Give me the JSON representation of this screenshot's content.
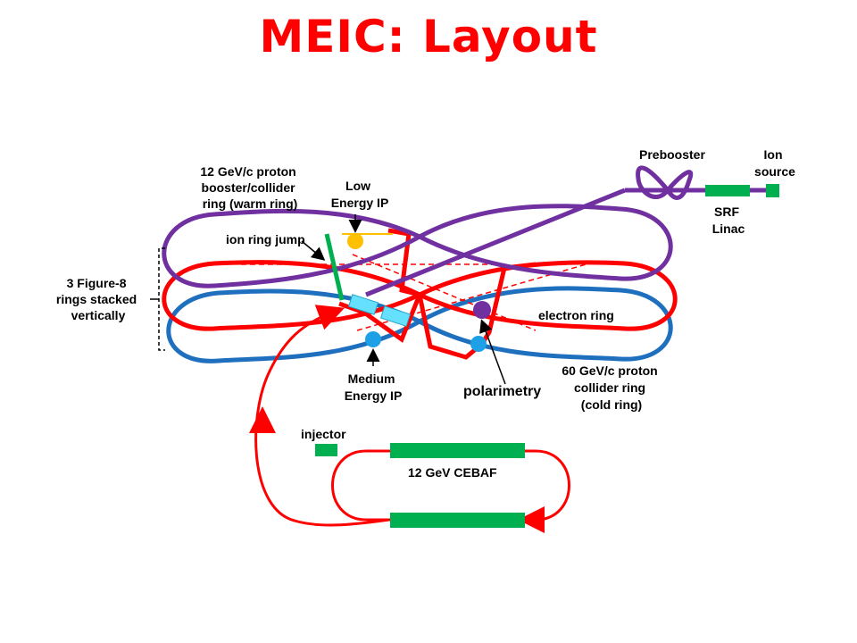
{
  "title": "MEIC: Layout",
  "labels": {
    "proton_booster": [
      "12 GeV/c proton",
      "booster/collider",
      "ring (warm ring)"
    ],
    "low_energy_ip": [
      "Low",
      "Energy IP"
    ],
    "ion_ring_jump": "ion ring jump",
    "figure8": [
      "3 Figure-8",
      "rings stacked",
      "vertically"
    ],
    "electron_ring": "electron ring",
    "medium_energy_ip": [
      "Medium",
      "Energy IP"
    ],
    "polarimetry": "polarimetry",
    "proton_collider": [
      "60 GeV/c proton",
      "collider ring",
      "(cold ring)"
    ],
    "prebooster": "Prebooster",
    "ion_source": [
      "Ion",
      "source"
    ],
    "srf_linac": [
      "SRF",
      "Linac"
    ],
    "injector": "injector",
    "cebaf": "12 GeV CEBAF"
  },
  "colors": {
    "title": "#ff0000",
    "warm_ring": "#7030a0",
    "electron_ring": "#ff0000",
    "cold_ring": "#1f6fbf",
    "linac": "#00b050",
    "low_ip_dot": "#ffc000",
    "medium_ip_dot": "#1ea0e6",
    "polarimetry_dot": "#7030a0",
    "magnet": "#66e0ff"
  }
}
